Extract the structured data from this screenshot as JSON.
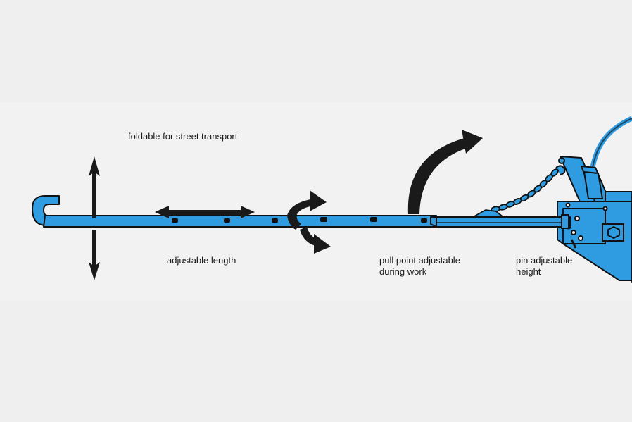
{
  "labels": {
    "foldable": "foldable for street transport",
    "length": "adjustable length",
    "pull_point": [
      "pull point adjustable",
      "during work"
    ],
    "pin": [
      "pin adjustable",
      "height"
    ]
  },
  "colors": {
    "background": "#efefef",
    "drawbar_blue": "#2f9be0",
    "outline": "#111111",
    "arrow_black": "#1a1a1a"
  }
}
